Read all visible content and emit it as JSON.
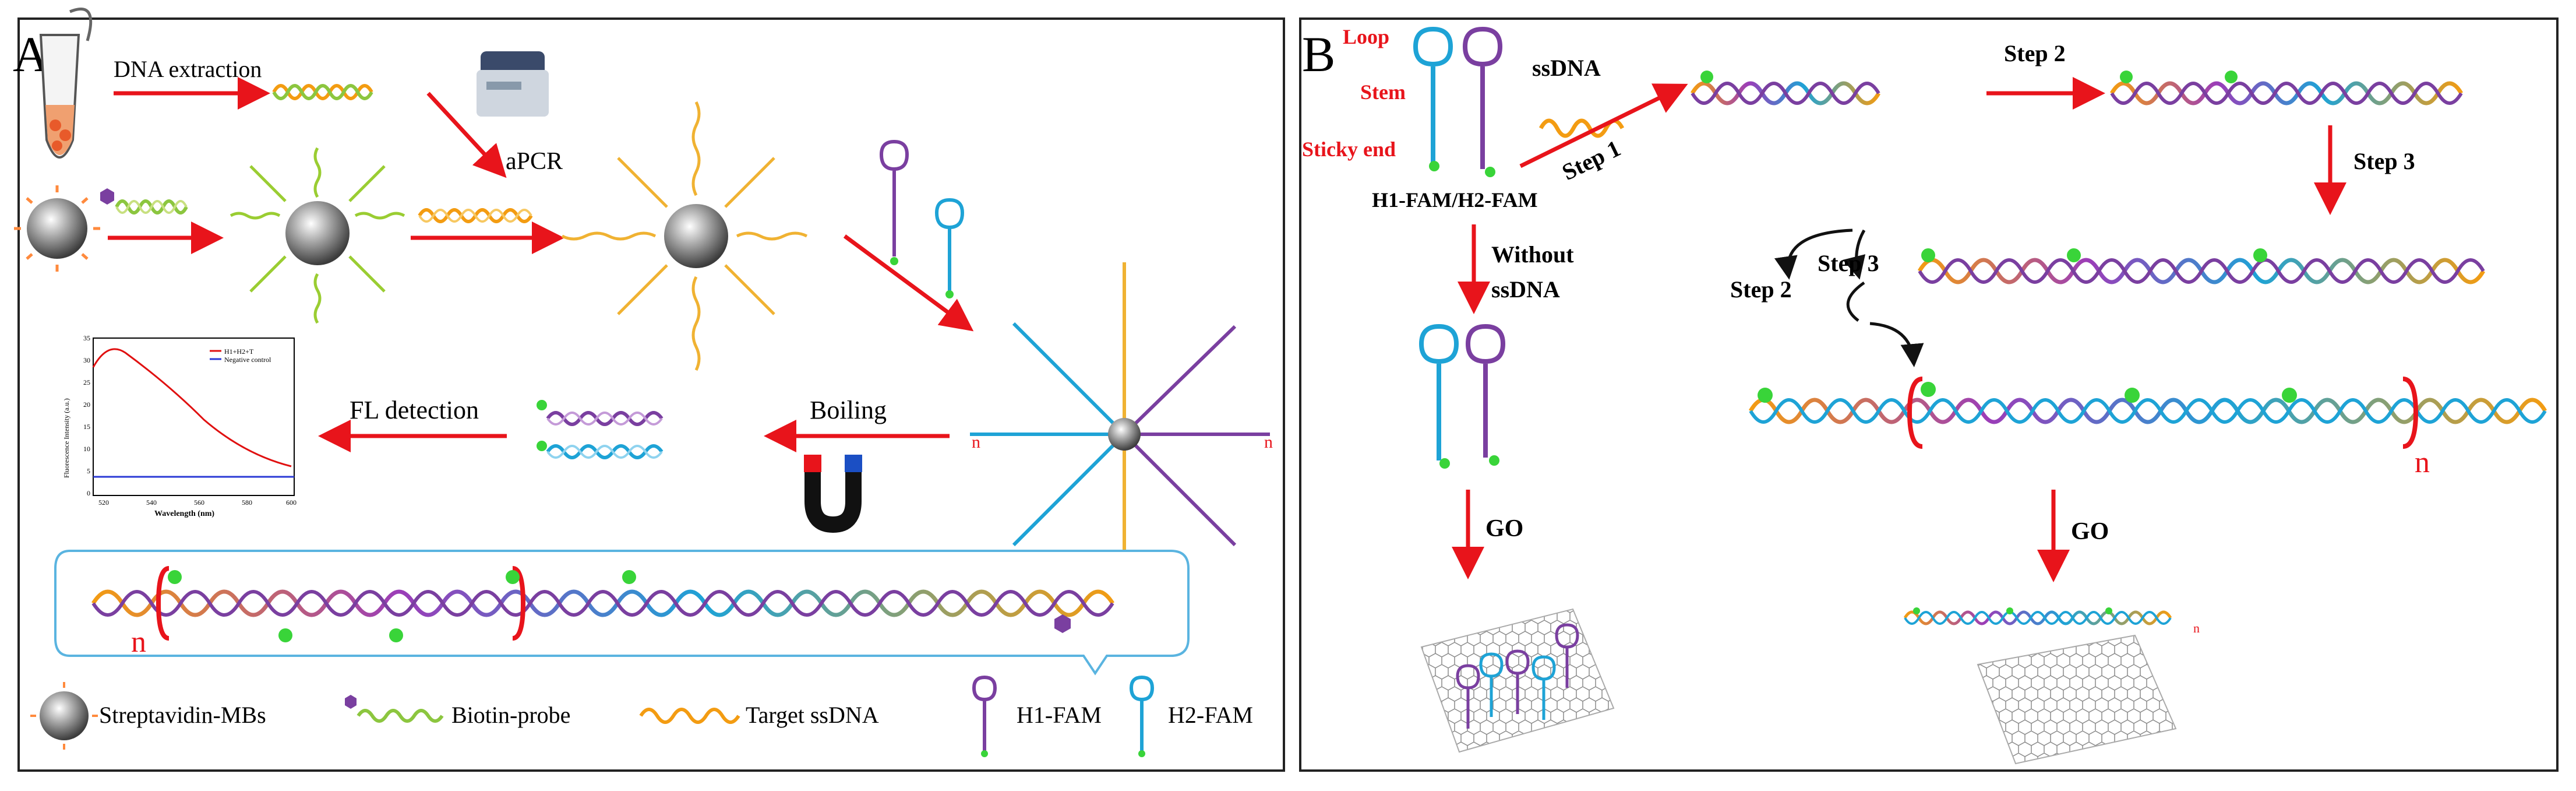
{
  "panel_a": {
    "letter": "A",
    "dna_extraction": "DNA extraction",
    "apcr": "aPCR",
    "boiling": "Boiling",
    "fl_detection": "FL detection",
    "repeat_n": "n",
    "plot": {
      "y_axis_label": "Fluorescence Intensity (a.u.)",
      "x_axis_label": "Wavelength (nm)",
      "legend": [
        "H1+H2+T",
        "Negative control"
      ],
      "y_ticks": [
        "0",
        "5",
        "10",
        "15",
        "20",
        "25",
        "30",
        "35"
      ],
      "x_ticks": [
        "520",
        "540",
        "560",
        "580",
        "600"
      ]
    },
    "legend": {
      "streptavidin_mbs": "Streptavidin-MBs",
      "biotin_probe": "Biotin-probe",
      "target_ssdna": "Target ssDNA",
      "h1_fam": "H1-FAM",
      "h2_fam": "H2-FAM"
    }
  },
  "panel_b": {
    "letter": "B",
    "loop": "Loop",
    "stem": "Stem",
    "sticky_end": "Sticky end",
    "hairpins_label": "H1-FAM/H2-FAM",
    "ssdna": "ssDNA",
    "step1": "Step 1",
    "step2": "Step 2",
    "step3": "Step 3",
    "cycle_step2": "Step 2",
    "cycle_step3": "Step 3",
    "without_line1": "Without",
    "without_line2": "ssDNA",
    "go_left": "GO",
    "go_right": "GO",
    "repeat_n": "n",
    "repeat_n_small": "n"
  },
  "colors": {
    "arrow": "#e8141b",
    "label_red": "#e8141b",
    "h1": "#7a3fa0",
    "h2": "#1ea3d6",
    "biotin_green": "#8cc63f",
    "target_orange": "#f39c12",
    "fam_green": "#39d439"
  }
}
